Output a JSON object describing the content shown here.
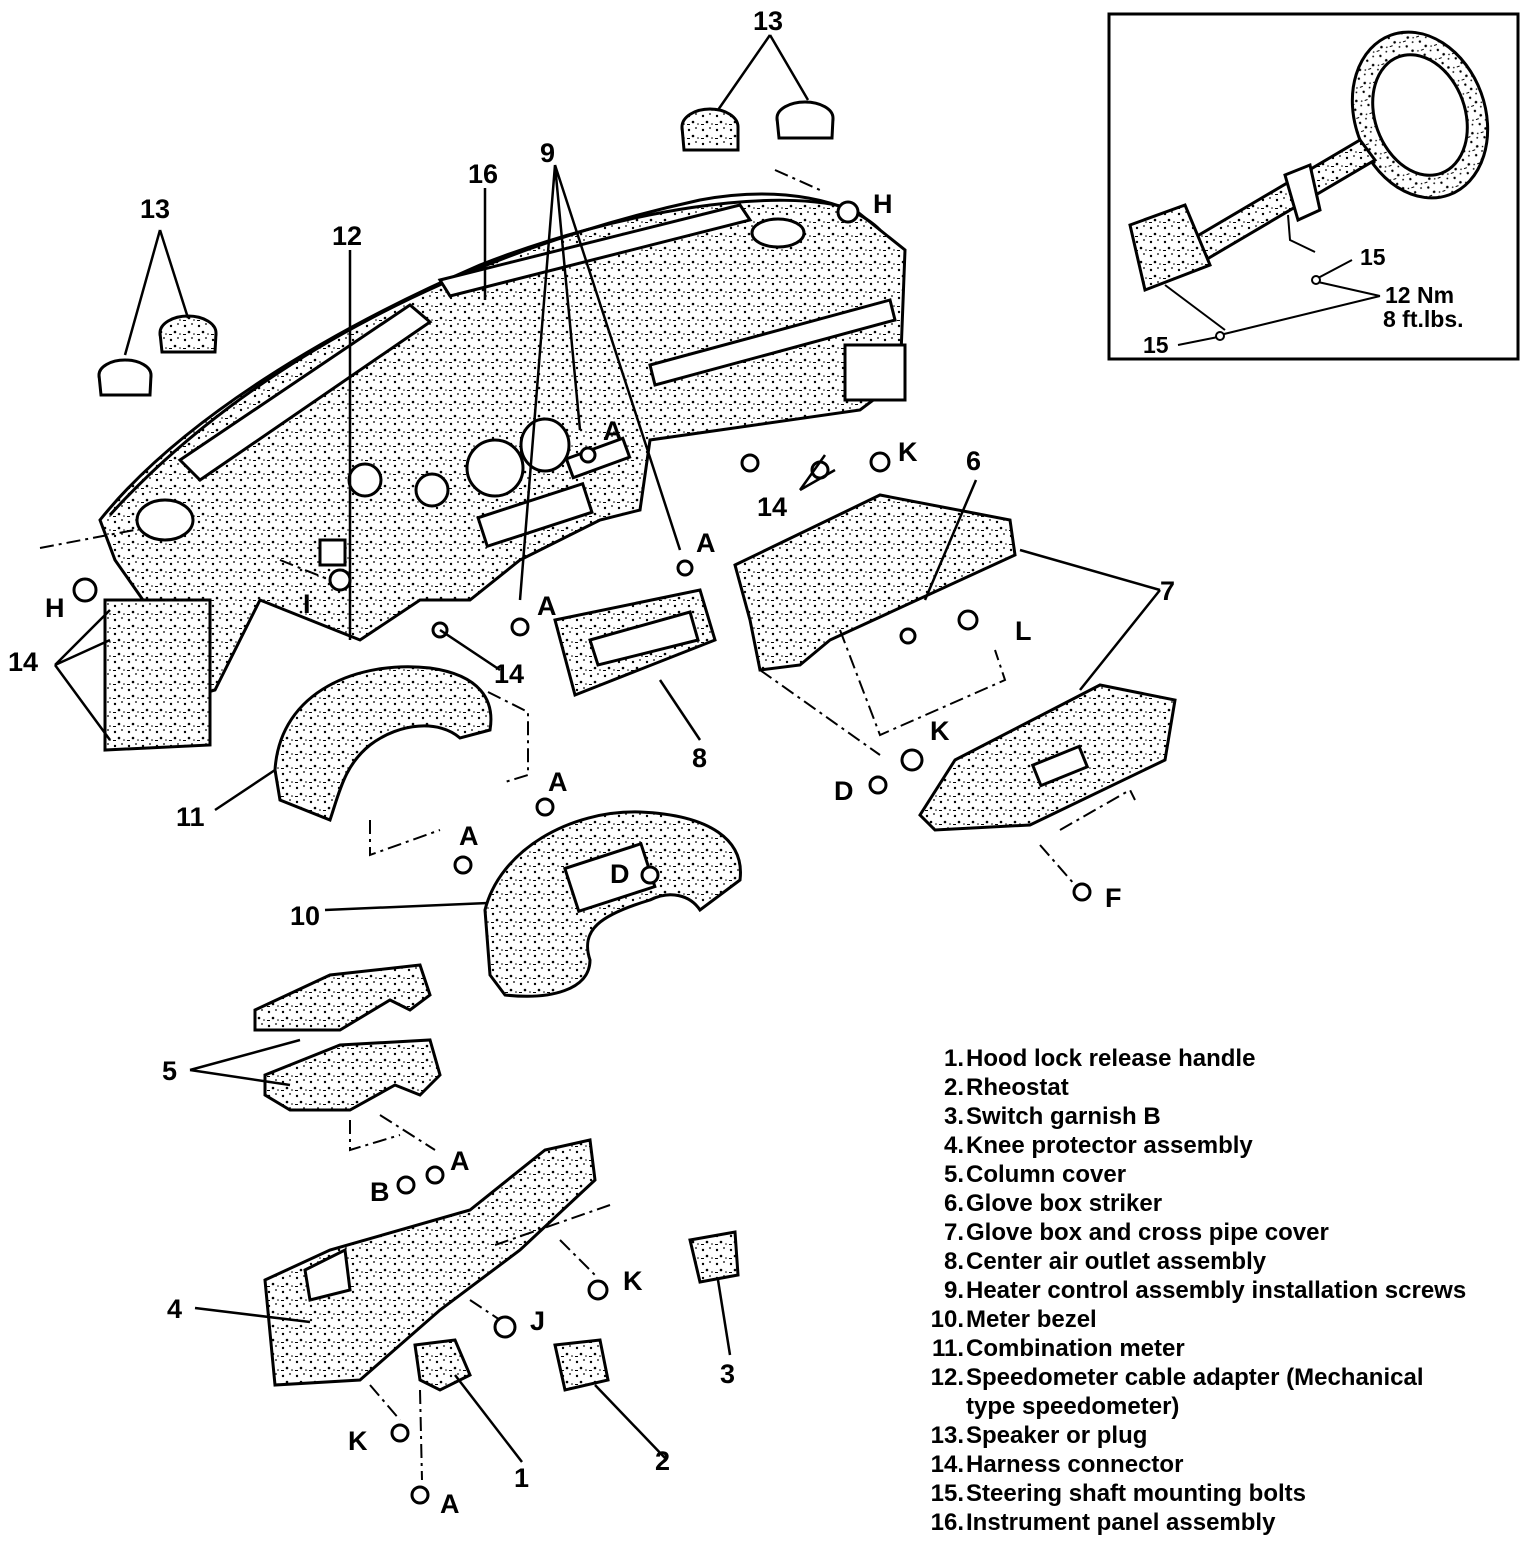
{
  "callouts": {
    "c13_top": "13",
    "c13_left": "13",
    "c16": "16",
    "c12": "12",
    "c9": "9",
    "cH_top": "H",
    "cH_left": "H",
    "cA_heater": "A",
    "cA_right": "A",
    "cA_mid": "A",
    "cK_top": "K",
    "c14_mid": "14",
    "c14_left": "14",
    "c14_bot": "14",
    "c6": "6",
    "c7": "7",
    "cL": "L",
    "cI": "I",
    "c8": "8",
    "cK_glove": "K",
    "cD_glove": "D",
    "cF": "F",
    "c11": "11",
    "cA_c11a": "A",
    "cA_c11b": "A",
    "c10": "10",
    "cD_bezel": "D",
    "c5": "5",
    "cB": "B",
    "cA_col": "A",
    "c4": "4",
    "cK_knee": "K",
    "cJ": "J",
    "c3": "3",
    "cK_bot": "K",
    "cA_bot": "A",
    "c1": "1",
    "c2": "2"
  },
  "inset": {
    "c15a": "15",
    "c15b": "15",
    "torque_nm": "12 Nm",
    "torque_ftlb": "8 ft.lbs."
  },
  "legend": [
    {
      "num": "1.",
      "text": "Hood lock release handle"
    },
    {
      "num": "2.",
      "text": "Rheostat"
    },
    {
      "num": "3.",
      "text": "Switch garnish B"
    },
    {
      "num": "4.",
      "text": "Knee protector assembly"
    },
    {
      "num": "5.",
      "text": "Column cover"
    },
    {
      "num": "6.",
      "text": "Glove box striker"
    },
    {
      "num": "7.",
      "text": "Glove box and cross pipe cover"
    },
    {
      "num": "8.",
      "text": "Center air outlet assembly"
    },
    {
      "num": "9.",
      "text": "Heater control assembly installation screws"
    },
    {
      "num": "10.",
      "text": "Meter bezel"
    },
    {
      "num": "11.",
      "text": "Combination meter"
    },
    {
      "num": "12.",
      "text": "Speedometer cable adapter (Mechanical"
    },
    {
      "num": "",
      "text": "type speedometer)"
    },
    {
      "num": "13.",
      "text": "Speaker or plug"
    },
    {
      "num": "14.",
      "text": "Harness connector"
    },
    {
      "num": "15.",
      "text": "Steering shaft mounting bolts"
    },
    {
      "num": "16.",
      "text": "Instrument panel assembly"
    }
  ]
}
